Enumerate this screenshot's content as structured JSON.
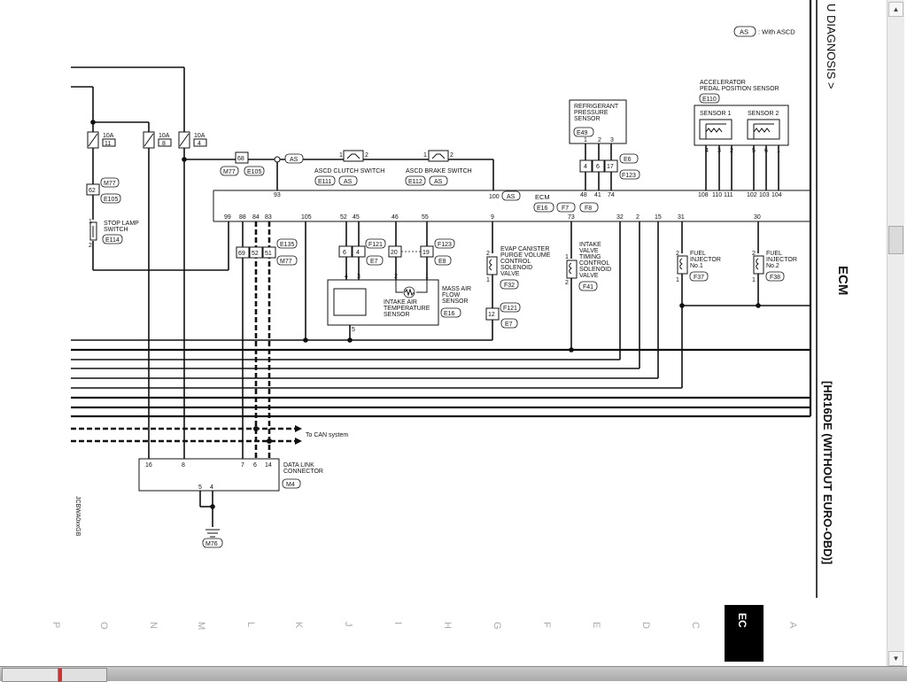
{
  "header": {
    "title_partial": "U DIAGNOSIS >",
    "legend_code": "AS",
    "legend_text": ": With ASCD"
  },
  "side": {
    "section": "ECM",
    "engine": "[HR16DE (WITHOUT EURO-OBD)]",
    "tab": "EC"
  },
  "letters": [
    "P",
    "O",
    "N",
    "M",
    "L",
    "K",
    "J",
    "I",
    "H",
    "G",
    "F",
    "E",
    "D",
    "C",
    "A"
  ],
  "fuses": {
    "f1": {
      "amp": "10A",
      "num": "11"
    },
    "f2": {
      "amp": "10A",
      "num": "8"
    },
    "f3": {
      "amp": "10A",
      "num": "4"
    }
  },
  "conn": {
    "m77": "M77",
    "e105": "E105",
    "e111": "E111",
    "e112": "E112",
    "as": "AS",
    "e16": "E16",
    "f7": "F7",
    "f8": "F8",
    "e49": "E49",
    "e6": "E6",
    "f123": "F123",
    "e110": "E110",
    "e114": "E114",
    "e135": "E135",
    "f121": "F121",
    "e7": "E7",
    "e8": "E8",
    "f32": "F32",
    "f41": "F41",
    "f37": "F37",
    "f38": "F38",
    "m4": "M4",
    "m76": "M76"
  },
  "labels": {
    "ascd_clutch": "ASCD CLUTCH SWITCH",
    "ascd_brake": "ASCD BRAKE SWITCH",
    "stop_lamp": [
      "STOP LAMP",
      "SWITCH"
    ],
    "refrig": [
      "REFRIGERANT",
      "PRESSURE",
      "SENSOR"
    ],
    "accel": [
      "ACCELERATOR",
      "PEDAL POSITION SENSOR"
    ],
    "sensor1": "SENSOR 1",
    "sensor2": "SENSOR 2",
    "ecm": "ECM",
    "evap": [
      "EVAP CANISTER",
      "PURGE VOLUME",
      "CONTROL",
      "SOLENOID",
      "VALVE"
    ],
    "ivt": [
      "INTAKE",
      "VALVE",
      "TIMING",
      "CONTROL",
      "SOLENOID",
      "VALVE"
    ],
    "inj1": [
      "FUEL",
      "INJECTOR",
      "No.1"
    ],
    "inj2": [
      "FUEL",
      "INJECTOR",
      "No.2"
    ],
    "maf": [
      "MASS AIR",
      "FLOW",
      "SENSOR"
    ],
    "iat": [
      "INTAKE AIR",
      "TEMPERATURE",
      "SENSOR"
    ],
    "can": "To CAN system",
    "dlc": [
      "DATA LINK",
      "CONNECTOR"
    ],
    "figcode": "JCBWA0xxGB"
  },
  "pins": {
    "p62": "62",
    "p68": "68",
    "p93": "93",
    "p100": "100",
    "p1": "1",
    "p2": "2",
    "p3": "3",
    "p4": "4",
    "p5": "5",
    "p6": "6",
    "p8": "8",
    "p9": "9",
    "p12": "12",
    "p14": "14",
    "p16": "16",
    "p7": "7",
    "p17": "17",
    "p19": "19",
    "p20": "20",
    "p30": "30",
    "p31": "31",
    "p32": "32",
    "p15": "15",
    "p73": "73",
    "p74": "74",
    "p41": "41",
    "p48": "48",
    "p45": "45",
    "p46": "46",
    "p52": "52",
    "p55": "55",
    "p51": "51",
    "p69": "69",
    "p83": "83",
    "p84": "84",
    "p88": "88",
    "p99": "99",
    "p105": "105",
    "p108": "108",
    "p110": "110",
    "p111": "111",
    "p102": "102",
    "p103": "103",
    "p104": "104"
  }
}
